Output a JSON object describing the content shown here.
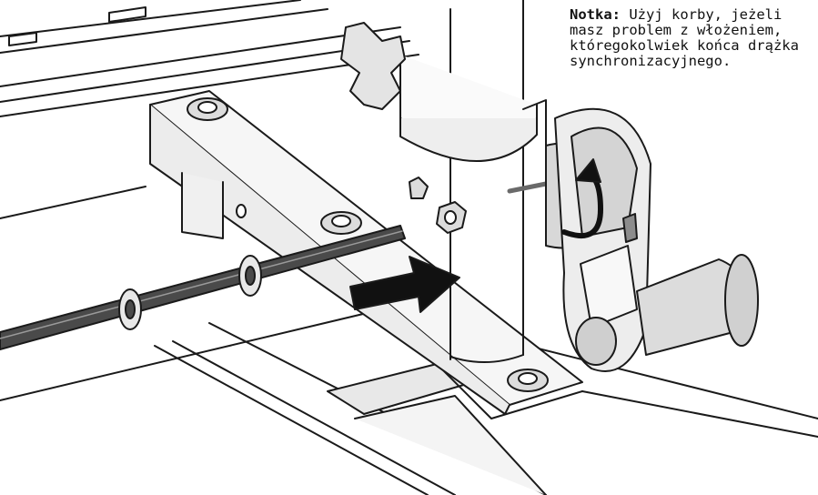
{
  "note": {
    "label": "Notka:",
    "text": "Użyj korby, jeżeli masz problem z włożeniem, któregokolwiek końca drążka synchronizacyjnego."
  },
  "illustration": {
    "subject": "crank-insertion-diagram",
    "colors": {
      "line": "#1a1a1a",
      "light_fill": "#f4f4f4",
      "mid_fill": "#dcdcdc",
      "dark_fill": "#8c8c8c",
      "rod": "#4a4a4a",
      "arrow": "#111111"
    }
  }
}
